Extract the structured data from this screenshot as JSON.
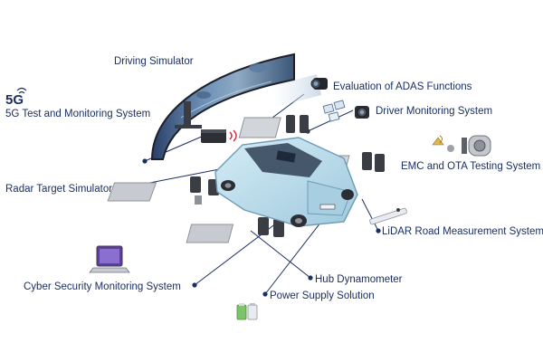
{
  "colors": {
    "label_text": "#1b2f63",
    "connector": "#1b2f63",
    "car_body": "#b9dcea",
    "car_outline": "#6f9bb6",
    "screen_edge": "#1d1f2a",
    "rig_metal": "#8d9299",
    "rig_dark": "#3a3d44",
    "accent_red": "#d6213a"
  },
  "badge_5g": "5G",
  "labels": {
    "driving_simulator": "Driving Simulator",
    "five_g": "5G Test and Monitoring System",
    "adas": "Evaluation of ADAS Functions",
    "driver_monitoring": "Driver Monitoring System",
    "emc_ota": "EMC and OTA Testing System",
    "radar": "Radar Target Simulator",
    "lidar": "LiDAR Road Measurement System",
    "cyber": "Cyber Security Monitoring System",
    "hub": "Hub Dynamometer",
    "power": "Power Supply Solution"
  },
  "icons": {
    "five_g": "wireless-signal-icon",
    "laptop": "laptop-icon",
    "battery": "battery-icon",
    "camera": "camera-icon",
    "emc": "antenna-chamber-icon",
    "lidar": "lidar-sensor-icon",
    "radar": "radar-box-icon"
  }
}
